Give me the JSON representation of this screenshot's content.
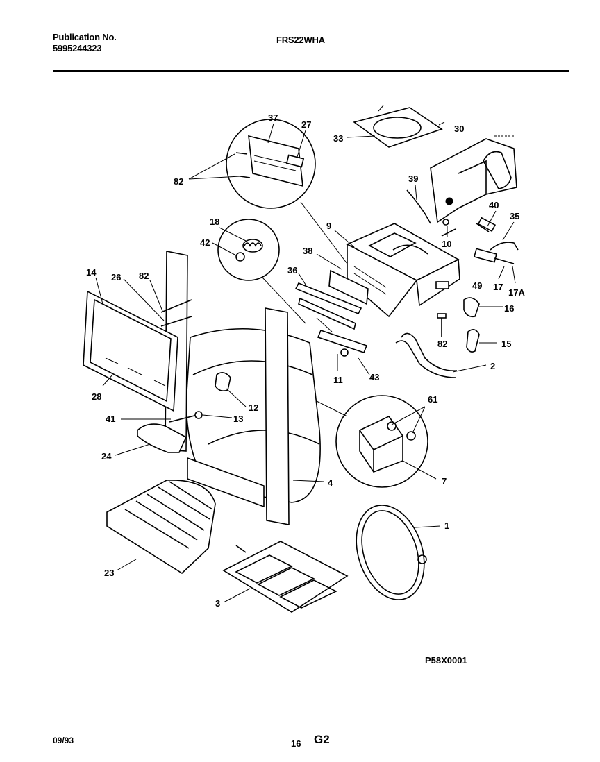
{
  "header": {
    "publication_label": "Publication No.",
    "publication_number": "5995244323",
    "model": "FRS22WHA"
  },
  "figure_code": "P58X0001",
  "footer": {
    "date": "09/93",
    "page": "16",
    "section": "G2"
  },
  "callouts": [
    "37",
    "27",
    "33",
    "30",
    "82",
    "39",
    "40",
    "35",
    "9",
    "18",
    "42",
    "38",
    "10",
    "36",
    "49",
    "17",
    "17A",
    "16",
    "14",
    "26",
    "82",
    "82",
    "15",
    "2",
    "11",
    "43",
    "28",
    "12",
    "61",
    "41",
    "13",
    "24",
    "7",
    "4",
    "1",
    "23",
    "3"
  ]
}
